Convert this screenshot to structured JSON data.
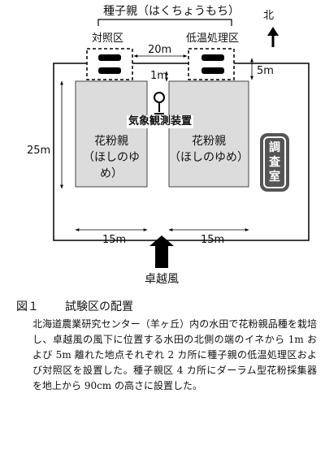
{
  "figure": {
    "seed_parent_label": "種子親（はくちょうもち）",
    "control_plot_label": "対照区",
    "low_temp_plot_label": "低温処理区",
    "north_label": "北",
    "dist_between_plots": "20m",
    "dist_1m": "1m",
    "dist_5m": "5m",
    "dist_25m": "25m",
    "dist_15m_left": "15m",
    "dist_15m_right": "15m",
    "weather_station_label": "気象観測装置",
    "pollen_parent_left_line1": "花粉親",
    "pollen_parent_left_line2": "（ほしのゆめ）",
    "pollen_parent_right_line1": "花粉親",
    "pollen_parent_right_line2": "（ほしのゆめ）",
    "survey_room_line1": "調",
    "survey_room_line2": "査",
    "survey_room_line3": "室",
    "wind_label": "卓越風",
    "colors": {
      "field_fill": "#dcdcdc",
      "survey_room": "#555555",
      "arrow": "#000000"
    }
  },
  "caption": {
    "number": "図１",
    "title": "試験区の配置",
    "body": "北海道農業研究センター（羊ヶ丘）内の水田で花粉親品種を栽培し、卓越風の風下に位置する水田の北側の端のイネから 1m および 5m 離れた地点それぞれ 2 カ所に種子親の低温処理区および対照区を設置した。種子親区 4 カ所にダーラム型花粉採集器を地上から 90cm の高さに設置した。"
  }
}
